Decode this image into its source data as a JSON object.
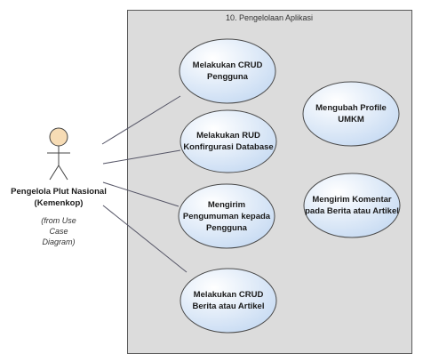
{
  "system": {
    "title": "10. Pengelolaan Aplikasi"
  },
  "actor": {
    "name_line1": "Pengelola Plut Nasional",
    "name_line2": "(Kemenkop)",
    "from_line1": "(from Use",
    "from_line2": "Case",
    "from_line3": "Diagram)"
  },
  "use_cases": [
    {
      "line1": "Melakukan CRUD",
      "line2": "Pengguna",
      "line3": ""
    },
    {
      "line1": "Melakukan RUD",
      "line2": "Konfirgurasi Database",
      "line3": ""
    },
    {
      "line1": "Mengirim",
      "line2": "Pengumuman kepada",
      "line3": "Pengguna"
    },
    {
      "line1": "Melakukan CRUD",
      "line2": "Berita atau Artikel",
      "line3": ""
    },
    {
      "line1": "Mengubah Profile",
      "line2": "UMKM",
      "line3": ""
    },
    {
      "line1": "Mengirim Komentar",
      "line2": "pada Berita atau Artikel",
      "line3": ""
    }
  ],
  "colors": {
    "boundary_fill": "#dcdcdc",
    "boundary_stroke": "#5a5a5a",
    "usecase_fill_light": "#ffffff",
    "usecase_fill_dark": "#c9dcf3",
    "usecase_stroke": "#4a4a4a",
    "actor_head": "#f7dcb5",
    "line": "#555566"
  }
}
